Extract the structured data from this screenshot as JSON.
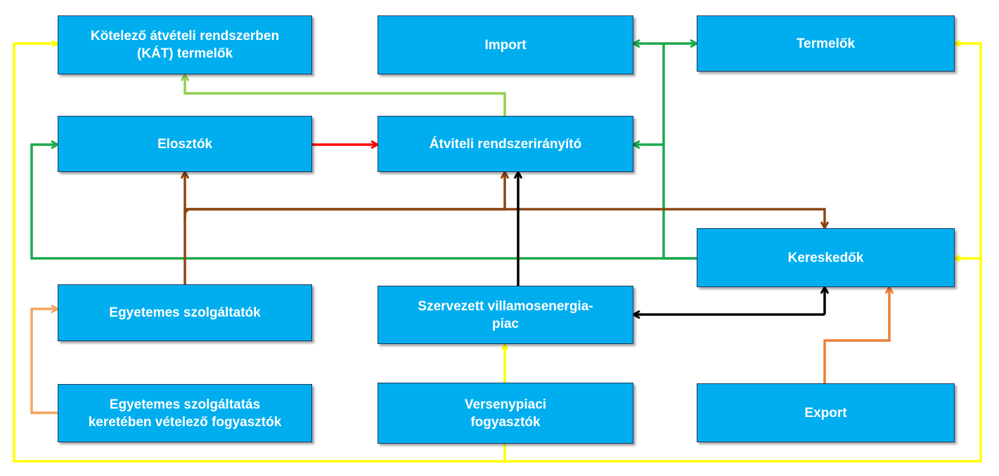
{
  "nodes": {
    "kat": {
      "label": "Kötelező átvételi rendszerben\n(KÁT) termelők"
    },
    "import": {
      "label": "Import"
    },
    "termelok": {
      "label": "Termelők"
    },
    "elosztok": {
      "label": "Elosztók"
    },
    "atviteli": {
      "label": "Átviteli rendszerirányító"
    },
    "kereskedok": {
      "label": "Kereskedők"
    },
    "egyetemes": {
      "label": "Egyetemes szolgáltatók"
    },
    "szervezett": {
      "label": "Szervezett villamosenergia-\npiac"
    },
    "egyetemes_fogy": {
      "label": "Egyetemes szolgáltatás\nkeretében vételező fogyasztók"
    },
    "versenypiaci": {
      "label": "Versenypiaci\nfogyasztók"
    },
    "export": {
      "label": "Export"
    }
  },
  "colors": {
    "box_fill": "#00aeef",
    "box_border": "#1b3a5c",
    "yellow": "#ffff00",
    "green": "#1aa84b",
    "light_green": "#92d050",
    "red": "#ff0000",
    "brown": "#8b4513",
    "black": "#000000",
    "orange": "#ed7d31",
    "light_orange": "#f4a460"
  }
}
